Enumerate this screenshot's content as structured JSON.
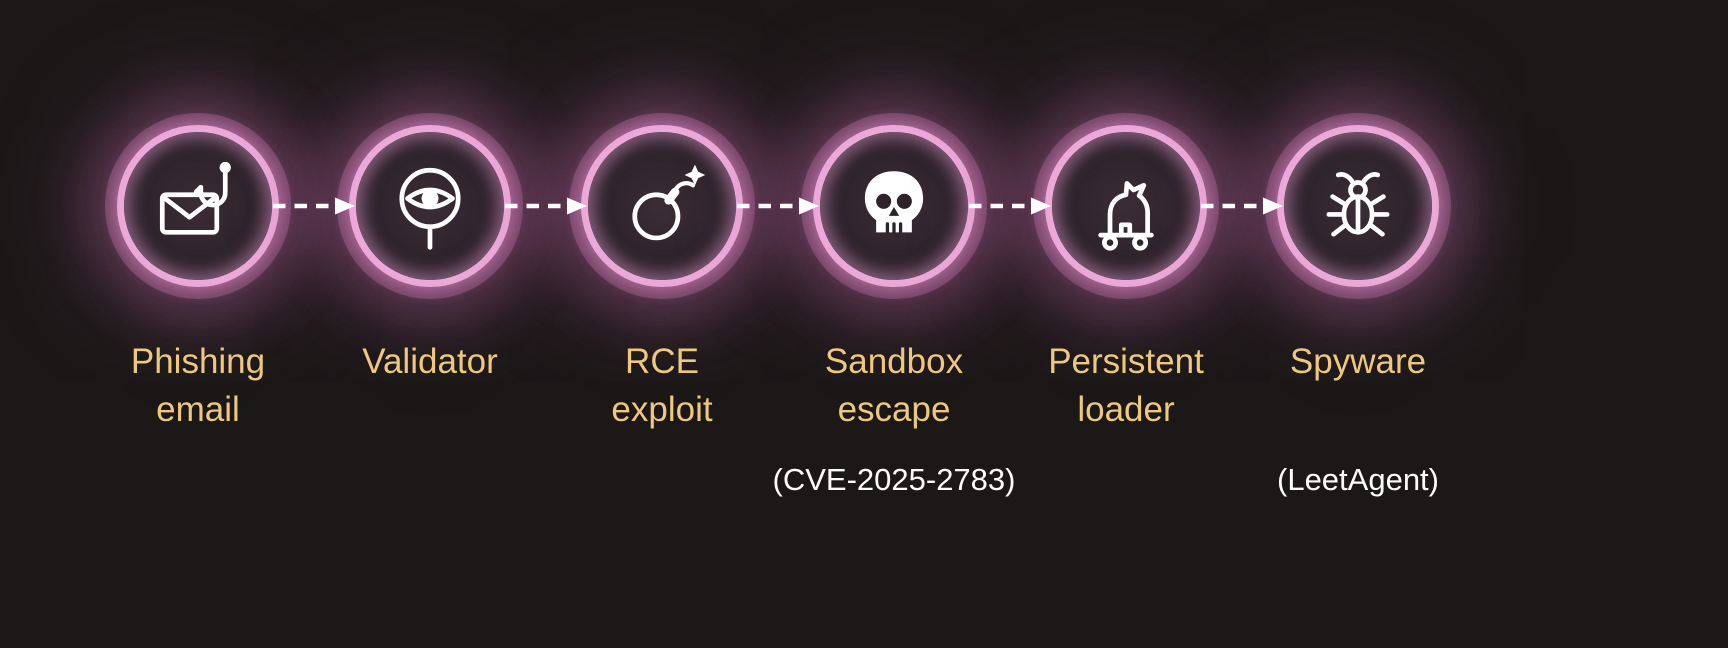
{
  "canvas": {
    "background_color": "#1b1817",
    "label_color": "#eec87c",
    "sublabel_color": "#ffffff",
    "glow_color": "#e79fd3"
  },
  "flow": {
    "arrow_color": "#ffffff",
    "arrow_style": "dashed",
    "icon_color": "#ffffff"
  },
  "diagram": {
    "nodes": [
      {
        "label": "Phishing email",
        "icon": "envelope-fishhook-icon"
      },
      {
        "label": "Validator",
        "icon": "eye-icon"
      },
      {
        "label": "RCE exploit",
        "icon": "bomb-icon"
      },
      {
        "label": "Sandbox escape",
        "sublabel": "(CVE-2025-2783)",
        "icon": "skull-icon"
      },
      {
        "label": "Persistent loader",
        "icon": "trojan-horse-icon"
      },
      {
        "label": "Spyware",
        "sublabel": "(LeetAgent)",
        "icon": "bug-icon"
      }
    ]
  }
}
